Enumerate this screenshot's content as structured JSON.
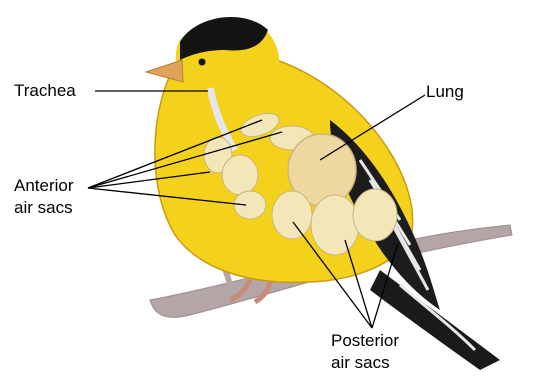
{
  "labels": {
    "trachea": "Trachea",
    "lung": "Lung",
    "anterior_line1": "Anterior",
    "anterior_line2": "air sacs",
    "posterior_line1": "Posterior",
    "posterior_line2": "air sacs"
  },
  "colors": {
    "body_yellow": "#f4d21c",
    "body_shadow": "#d9a810",
    "cap_black": "#141414",
    "beak": "#e0a35a",
    "air_sac": "#f3e6b8",
    "lung": "#eed8a0",
    "wing_dark": "#1c1c1c",
    "branch": "#b4a6a6",
    "feet": "#c98a78"
  }
}
